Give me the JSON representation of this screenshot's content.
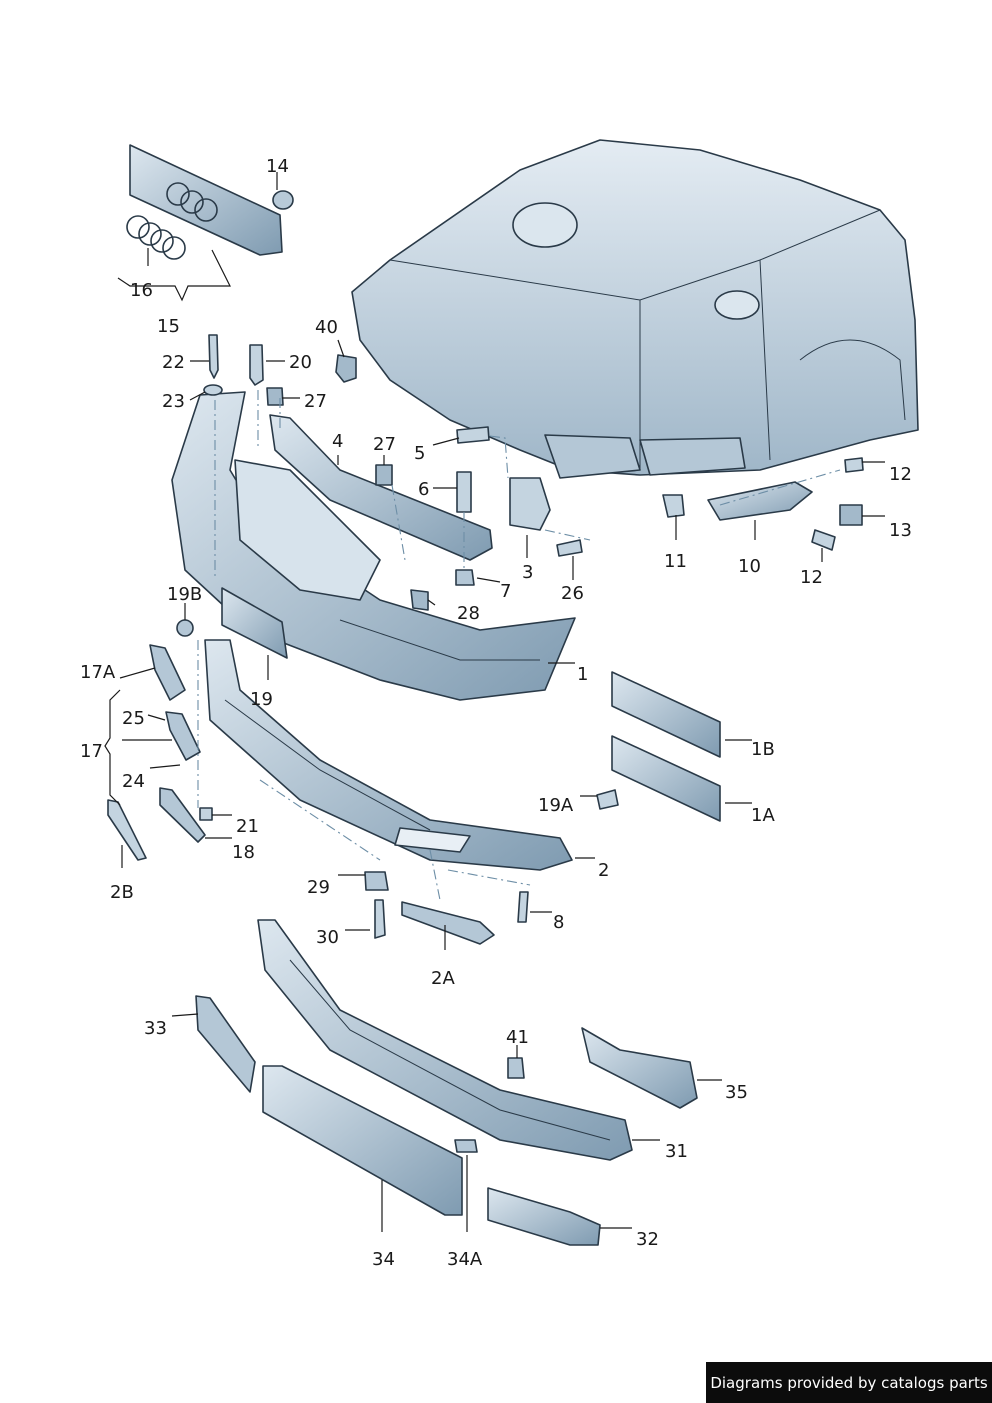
{
  "diagram": {
    "labels": [
      "14",
      "16",
      "15",
      "22",
      "20",
      "23",
      "27",
      "40",
      "4",
      "27",
      "5",
      "6",
      "3",
      "7",
      "26",
      "28",
      "12",
      "13",
      "11",
      "10",
      "12",
      "19B",
      "17A",
      "19",
      "1",
      "25",
      "17",
      "24",
      "21",
      "18",
      "2B",
      "1B",
      "19A",
      "1A",
      "2",
      "29",
      "8",
      "30",
      "2A",
      "41",
      "33",
      "35",
      "31",
      "34",
      "34A",
      "32"
    ]
  },
  "credit": "Diagrams provided by catalogs parts",
  "colors": {
    "part_fill": "#c9d8e4",
    "part_dark": "#8aa4b8",
    "outline": "#2a3a48",
    "leader": "#1a1a1a"
  }
}
